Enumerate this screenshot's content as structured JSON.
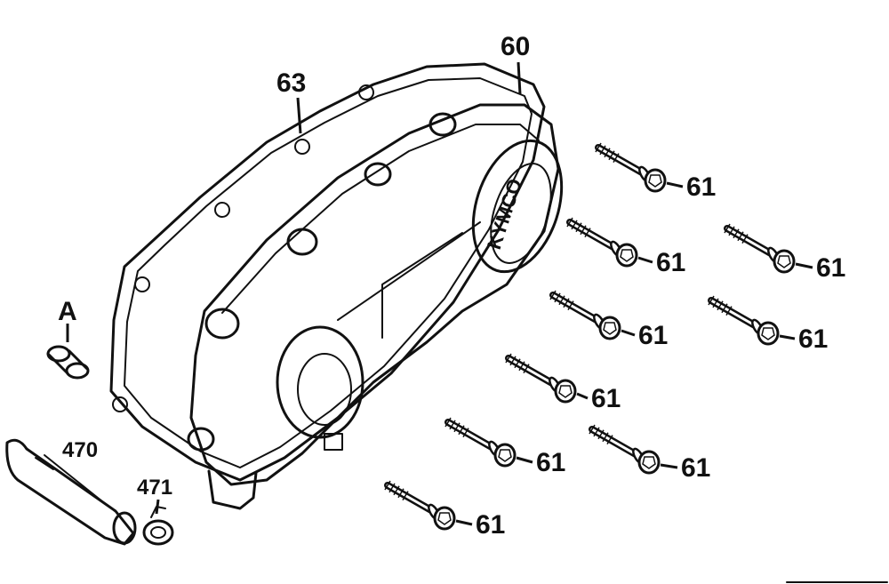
{
  "parts": {
    "cover_label": "60",
    "gasket_label": "63",
    "bolt_label": "61",
    "hose_label": "470",
    "clamp_label": "471",
    "ref_label": "A"
  },
  "cover_logo": "KYMCO",
  "colors": {
    "ink": "#111111",
    "paper": "#ffffff"
  },
  "bolt_count": 9
}
